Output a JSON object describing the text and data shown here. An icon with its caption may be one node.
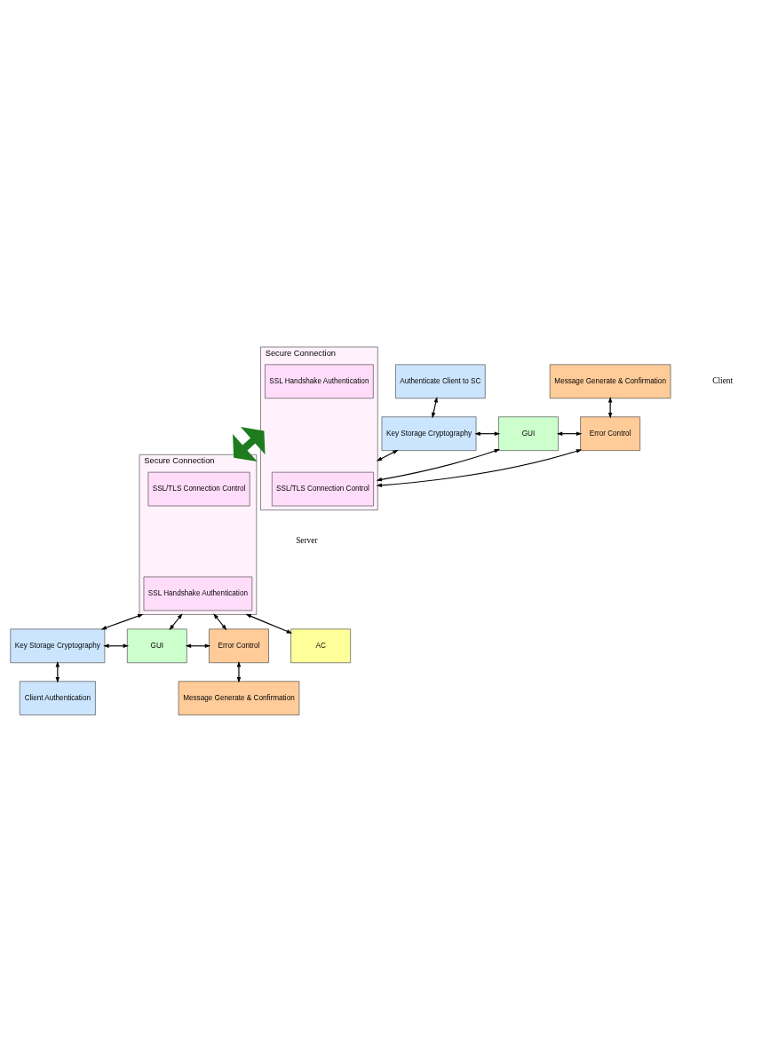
{
  "diagram": {
    "nodes": [
      {
        "text": [
          "Authenticate Client to SC"
        ]
      },
      {
        "text": [
          "Message Generate & Confirmation"
        ]
      },
      {
        "text": [
          "Key Storage Cryptography"
        ]
      },
      {
        "text": [
          "GUI"
        ]
      },
      {
        "text": [
          "Error Control"
        ]
      },
      {
        "text": [
          "Secure Connection"
        ]
      },
      {
        "text": [
          "SSL/TLS Connection Control"
        ],
        "in": 5
      },
      {
        "text": [
          "SSL Handshake Authentication"
        ],
        "in": 5
      },
      {
        "text": [
          "Secure Connection"
        ]
      },
      {
        "text": [
          "SSL/TLS Connection Control"
        ],
        "in": 8
      },
      {
        "text": [
          "SSL Handshake Authentication"
        ],
        "in": 8
      },
      {
        "text": [
          "Key Storage Cryptography"
        ]
      },
      {
        "text": [
          "GUI"
        ]
      },
      {
        "text": [
          "Error Control"
        ]
      },
      {
        "text": [
          "AC"
        ]
      },
      {
        "text": [
          "Client Authentication"
        ]
      },
      {
        "text": [
          "Message Generate & Confirmation"
        ]
      }
    ],
    "edges": [
      {
        "from": 0,
        "to": 2,
        "arrow": "both"
      },
      {
        "from": 1,
        "to": 4,
        "arrow": "both"
      },
      {
        "from": 2,
        "to": 3,
        "arrow": "both"
      },
      {
        "from": 3,
        "to": 4,
        "arrow": "both"
      },
      {
        "from": 2,
        "to": 5,
        "arrow": "both"
      },
      {
        "from": 3,
        "to": 5,
        "arrow": "both"
      },
      {
        "from": 4,
        "to": 5,
        "arrow": "both"
      },
      {
        "from": 5,
        "to": 8,
        "arrow": "both",
        "style": "thick",
        "color": "#1e7b1e"
      },
      {
        "from": 8,
        "to": 11,
        "arrow": "both"
      },
      {
        "from": 8,
        "to": 12,
        "arrow": "both"
      },
      {
        "from": 8,
        "to": 13,
        "arrow": "both"
      },
      {
        "from": 8,
        "to": 14,
        "arrow": "both"
      },
      {
        "from": 11,
        "to": 12,
        "arrow": "both"
      },
      {
        "from": 12,
        "to": 13,
        "arrow": "both"
      },
      {
        "from": 11,
        "to": 15,
        "arrow": "both"
      },
      {
        "from": 13,
        "to": 16,
        "arrow": "both"
      }
    ],
    "labels": [
      "Client",
      "Server"
    ]
  }
}
